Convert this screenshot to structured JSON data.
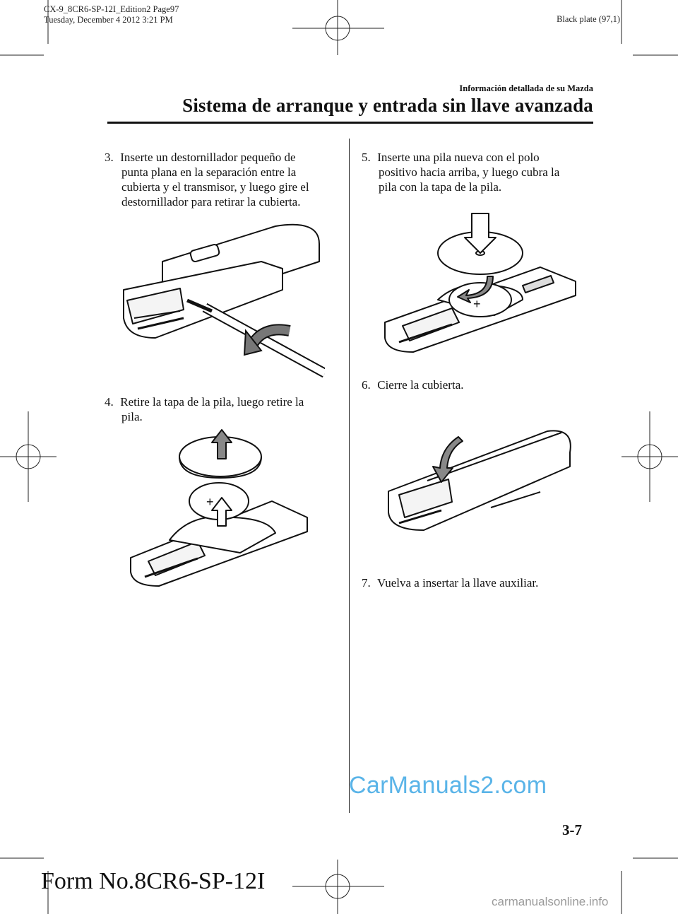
{
  "print_meta": {
    "plate": "Black plate (97,1)",
    "file_line": "CX-9_8CR6-SP-12I_Edition2 Page97",
    "date_line": "Tuesday, December 4 2012 3:21 PM"
  },
  "header": {
    "section": "Información detallada de su Mazda",
    "title": "Sistema de arranque y entrada sin llave avanzada"
  },
  "steps": {
    "s3": {
      "num": "3.",
      "lines": [
        "Inserte un destornillador pequeño de",
        "punta plana en la separación entre la",
        "cubierta y el transmisor, y luego gire el",
        "destornillador para retirar la cubierta."
      ]
    },
    "s4": {
      "num": "4.",
      "lines": [
        "Retire la tapa de la pila, luego retire la",
        "pila."
      ]
    },
    "s5": {
      "num": "5.",
      "lines": [
        "Inserte una pila nueva con el polo",
        "positivo hacia arriba, y luego cubra la",
        "pila con la tapa de la pila."
      ]
    },
    "s6": {
      "num": "6.",
      "lines": [
        "Cierre la cubierta."
      ]
    },
    "s7": {
      "num": "7.",
      "lines": [
        "Vuelva a insertar la llave auxiliar."
      ]
    }
  },
  "footer": {
    "page_number": "3-7",
    "form_number": "Form No.8CR6-SP-12I",
    "watermark_1": "CarManuals2.com",
    "watermark_2": "carmanualsonline.info"
  }
}
